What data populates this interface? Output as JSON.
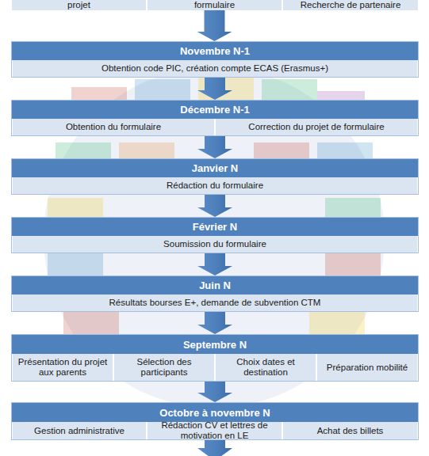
{
  "diagram": {
    "nodes": [
      {
        "text": [
          "projet"
        ]
      },
      {
        "text": [
          "formulaire"
        ]
      },
      {
        "text": [
          "Recherche de partenaire"
        ]
      },
      {
        "text": [
          "Novembre N-1"
        ]
      },
      {
        "text": [
          "Obtention code PIC, création compte ECAS (Erasmus+)"
        ],
        "in": 3
      },
      {
        "text": [
          "Décembre N-1"
        ]
      },
      {
        "text": [
          "Obtention du formulaire"
        ],
        "in": 5
      },
      {
        "text": [
          "Correction du projet de formulaire"
        ],
        "in": 5
      },
      {
        "text": [
          "Janvier N"
        ]
      },
      {
        "text": [
          "Rédaction du formulaire"
        ],
        "in": 8
      },
      {
        "text": [
          "Février N"
        ]
      },
      {
        "text": [
          "Soumission du formulaire"
        ],
        "in": 10
      },
      {
        "text": [
          "Juin N"
        ]
      },
      {
        "text": [
          "Résultats bourses E+, demande de subvention CTM"
        ],
        "in": 12
      },
      {
        "text": [
          "Septembre N"
        ]
      },
      {
        "text": [
          "Présentation du projet aux parents"
        ],
        "in": 14
      },
      {
        "text": [
          "Sélection des participants"
        ],
        "in": 14
      },
      {
        "text": [
          "Choix dates et destination"
        ],
        "in": 14
      },
      {
        "text": [
          "Préparation mobilité"
        ],
        "in": 14
      },
      {
        "text": [
          "Octobre à novembre N"
        ]
      },
      {
        "text": [
          "Gestion administrative"
        ],
        "in": 19
      },
      {
        "text": [
          "Rédaction CV et lettres de motivation en LE"
        ],
        "in": 19
      },
      {
        "text": [
          "Achat des billets"
        ],
        "in": 19
      }
    ],
    "edges": [
      {
        "from": 1,
        "to": 3,
        "arrow": "to"
      },
      {
        "from": 3,
        "to": 5,
        "arrow": "to"
      },
      {
        "from": 5,
        "to": 8,
        "arrow": "to"
      },
      {
        "from": 8,
        "to": 10,
        "arrow": "to"
      },
      {
        "from": 10,
        "to": 12,
        "arrow": "to"
      },
      {
        "from": 12,
        "to": 14,
        "arrow": "to"
      },
      {
        "from": 14,
        "to": 19,
        "arrow": "to"
      }
    ]
  }
}
